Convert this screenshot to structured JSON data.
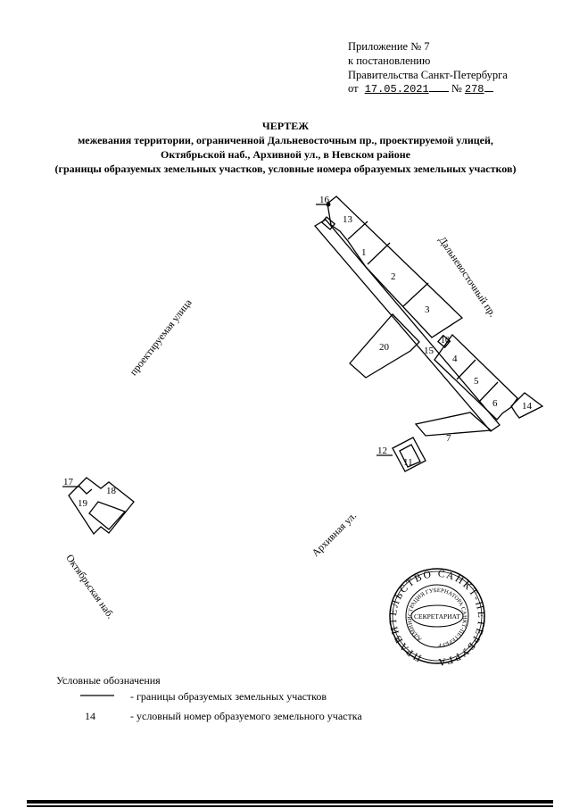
{
  "header": {
    "appendix": "Приложение № 7",
    "to_resolution": "к постановлению",
    "government": "Правительства Санкт-Петербурга",
    "date_prefix": "от",
    "date": "17.05.2021",
    "number_prefix": "№",
    "number": "278"
  },
  "title": {
    "main": "ЧЕРТЕЖ",
    "line1": "межевания территории, ограниченной Дальневосточным пр., проектируемой улицей,",
    "line2": "Октябрьской наб., Архивной ул., в Невском районе",
    "line3": "(границы образуемых земельных участков, условные номера образуемых земельных участков)"
  },
  "map": {
    "streets": {
      "dalnevostochny": "Дальневосточный пр.",
      "projected": "проектируемая улица",
      "arkhivnaya": "Архивная ул.",
      "oktyabrskaya": "Октябрьская наб."
    },
    "parcels": [
      "1",
      "2",
      "3",
      "4",
      "5",
      "6",
      "7",
      "10",
      "11",
      "12",
      "13",
      "14",
      "15",
      "16",
      "17",
      "18",
      "19",
      "20"
    ]
  },
  "stamp": {
    "outer": "ПРАВИТЕЛЬСТВО САНКТ-ПЕТЕРБУРГА",
    "inner": "АДМИНИСТРАЦИЯ ГУБЕРНАТОРА САНКТ-ПЕТЕРБУРГА",
    "center": "СЕКРЕТАРИАТ"
  },
  "legend": {
    "title": "Условные обозначения",
    "items": [
      {
        "symbol": "",
        "text": "- границы образуемых земельных участков"
      },
      {
        "symbol": "14",
        "text": "- условный номер образуемого земельного участка"
      }
    ]
  }
}
